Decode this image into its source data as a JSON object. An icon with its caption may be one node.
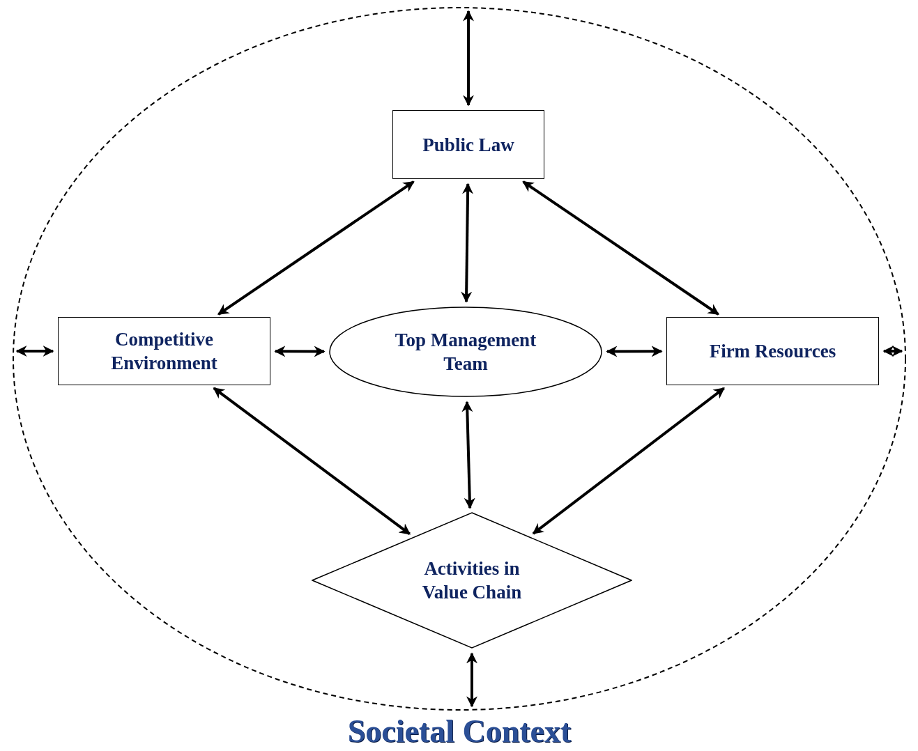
{
  "diagram": {
    "nodes": [
      {
        "text": [
          "Societal Context"
        ]
      },
      {
        "text": [
          "Public Law"
        ],
        "in": 0
      },
      {
        "text": [
          "Competitive Environment"
        ],
        "in": 0
      },
      {
        "text": [
          "Top Management Team"
        ],
        "in": 0
      },
      {
        "text": [
          "Firm Resources"
        ],
        "in": 0
      },
      {
        "text": [
          "Activities in Value Chain"
        ],
        "in": 0
      }
    ],
    "edges": [
      {
        "from": 0,
        "to": 1,
        "arrow": "both"
      },
      {
        "from": 1,
        "to": 2,
        "arrow": "both"
      },
      {
        "from": 1,
        "to": 3,
        "arrow": "both"
      },
      {
        "from": 1,
        "to": 4,
        "arrow": "both"
      },
      {
        "from": 0,
        "to": 2,
        "arrow": "both"
      },
      {
        "from": 2,
        "to": 3,
        "arrow": "both"
      },
      {
        "from": 3,
        "to": 4,
        "arrow": "both"
      },
      {
        "from": 4,
        "to": 0,
        "arrow": "both"
      },
      {
        "from": 2,
        "to": 5,
        "arrow": "both"
      },
      {
        "from": 3,
        "to": 5,
        "arrow": "both"
      },
      {
        "from": 4,
        "to": 5,
        "arrow": "both"
      },
      {
        "from": 5,
        "to": 0,
        "arrow": "both"
      }
    ]
  }
}
